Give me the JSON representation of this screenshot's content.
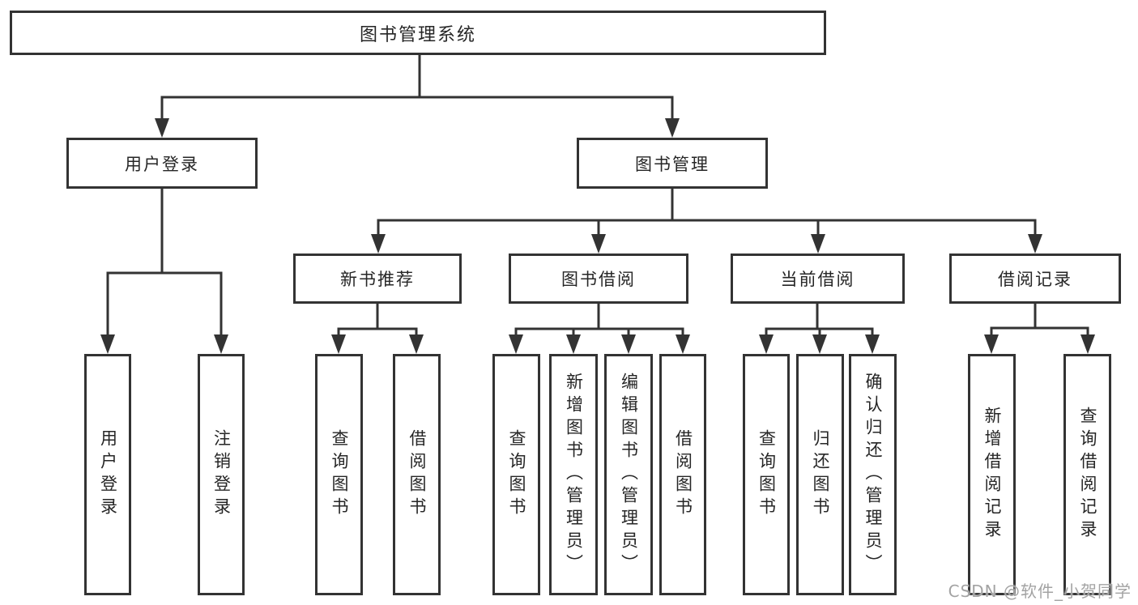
{
  "colors": {
    "line": "#333333",
    "box_border": "#333333",
    "text": "#262626",
    "background": "#ffffff",
    "watermark": "#a3a3a3"
  },
  "watermark": {
    "text": "CSDN @软件_小贺同学"
  },
  "tree": {
    "root": "图书管理系统",
    "branches": [
      {
        "label": "用户登录",
        "leaves": [
          "用户登录",
          "注销登录"
        ]
      },
      {
        "label": "图书管理",
        "groups": [
          {
            "label": "新书推荐",
            "leaves": [
              "查询图书",
              "借阅图书"
            ]
          },
          {
            "label": "图书借阅",
            "leaves": [
              "查询图书",
              "新增图书（管理员）",
              "编辑图书（管理员）",
              "借阅图书"
            ]
          },
          {
            "label": "当前借阅",
            "leaves": [
              "查询图书",
              "归还图书",
              "确认归还（管理员）"
            ]
          },
          {
            "label": "借阅记录",
            "leaves": [
              "新增借阅记录",
              "查询借阅记录"
            ]
          }
        ]
      }
    ]
  }
}
